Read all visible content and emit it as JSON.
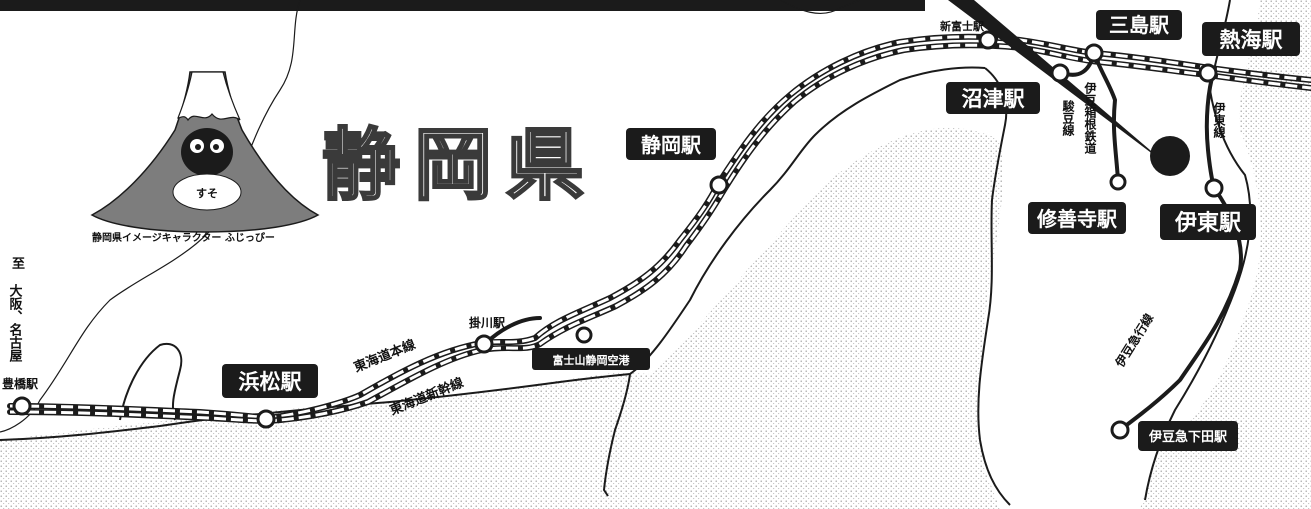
{
  "map": {
    "prefecture_title": "静岡県",
    "mascot_caption": "静岡県イメージキャラクター ふじっぴー",
    "mascot_body_text": "すそ",
    "direction_prefix": "至",
    "direction_text": "大阪、名古屋",
    "colors": {
      "ink": "#1b1b1b",
      "label_text": "#ffffff",
      "sea_dots": "#9a9a9a",
      "mascot_gray": "#7d7d7d"
    }
  },
  "stations": [
    {
      "id": "mishima",
      "name": "三島駅",
      "style": "large"
    },
    {
      "id": "atami",
      "name": "熱海駅",
      "style": "large"
    },
    {
      "id": "shin-fuji",
      "name": "新富士駅",
      "style": "small"
    },
    {
      "id": "numazu",
      "name": "沼津駅",
      "style": "large"
    },
    {
      "id": "shizuoka",
      "name": "静岡駅",
      "style": "large"
    },
    {
      "id": "shuzenji",
      "name": "修善寺駅",
      "style": "large"
    },
    {
      "id": "ito",
      "name": "伊東駅",
      "style": "large"
    },
    {
      "id": "kakegawa",
      "name": "掛川駅",
      "style": "small"
    },
    {
      "id": "hamamatsu",
      "name": "浜松駅",
      "style": "large"
    },
    {
      "id": "toyohashi",
      "name": "豊橋駅",
      "style": "small"
    },
    {
      "id": "izukyu-shimoda",
      "name": "伊豆急下田駅",
      "style": "box"
    }
  ],
  "airport": {
    "name": "富士山静岡空港"
  },
  "lines": {
    "tokaido_main": "東海道本線",
    "tokaido_shinkansen": "東海道新幹線",
    "izu_hakone": "伊豆箱根鉄道",
    "sunzu": "駿豆線",
    "ito_line": "伊東線",
    "izukyu": "伊豆急行線"
  }
}
